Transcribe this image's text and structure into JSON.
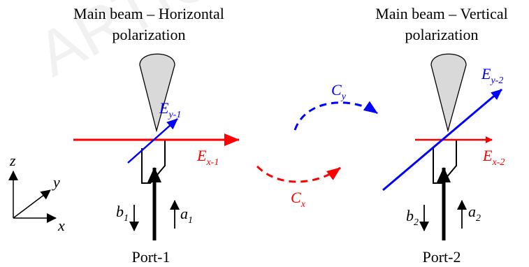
{
  "watermark": "ARTICLE",
  "titles": {
    "left_line1": "Main beam – Horizontal",
    "left_line2": "polarization",
    "right_line1": "Main beam – Vertical",
    "right_line2": "polarization"
  },
  "ports": {
    "left": "Port-1",
    "right": "Port-2"
  },
  "fields": {
    "ey1_main": "E",
    "ey1_sub": "y-1",
    "ex1_main": "E",
    "ex1_sub": "x-1",
    "ey2_main": "E",
    "ey2_sub": "y-2",
    "ex2_main": "E",
    "ex2_sub": "x-2"
  },
  "coupling": {
    "cy_main": "C",
    "cy_sub": "y",
    "cx_main": "C",
    "cx_sub": "x"
  },
  "waves": {
    "b1_main": "b",
    "b1_sub": "1",
    "a1_main": "a",
    "a1_sub": "1",
    "b2_main": "b",
    "b2_sub": "2",
    "a2_main": "a",
    "a2_sub": "2"
  },
  "axes": {
    "z": "z",
    "y": "y",
    "x": "x"
  },
  "colors": {
    "x_pol": "#ff0000",
    "y_pol": "#0000ff",
    "beam_fill": "#d9d9d9",
    "ink": "#000000"
  }
}
